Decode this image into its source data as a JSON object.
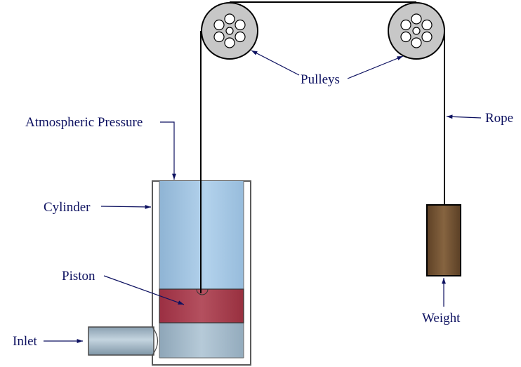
{
  "labels": {
    "pulleys": "Pulleys",
    "rope": "Rope",
    "atmospheric_pressure": "Atmospheric Pressure",
    "cylinder": "Cylinder",
    "piston": "Piston",
    "inlet": "Inlet",
    "weight": "Weight"
  },
  "colors": {
    "label_text": "#0d1160",
    "arrow": "#0d1160",
    "pulley_fill": "#c7c7c7",
    "cylinder_liquid": "#a9c9e4",
    "piston": "#a63a4c",
    "weight": "#7a5a38",
    "inlet_pipe": "#9fb4c4",
    "rope": "#000000"
  }
}
